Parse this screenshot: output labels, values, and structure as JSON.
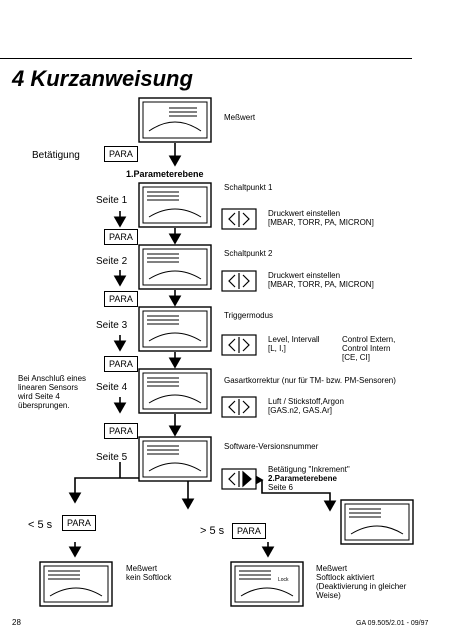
{
  "title": "4  Kurzanweisung",
  "top_label": "Meßwert",
  "betaetigung": "Betätigung",
  "para": "PARA",
  "param1": "1.Parameterebene",
  "pages": [
    {
      "label": "Seite 1",
      "name": "Schaltpunkt 1",
      "desc": [
        "Druckwert einstellen",
        "[MBAR, TORR, PA, MICRON]"
      ]
    },
    {
      "label": "Seite 2",
      "name": "Schaltpunkt 2",
      "desc": [
        "Druckwert einstellen",
        "[MBAR, TORR, PA, MICRON]"
      ]
    },
    {
      "label": "Seite 3",
      "name": "Triggermodus",
      "desc": [
        "Level, Intervall",
        "[L, I,]"
      ],
      "desc2": [
        "Control Extern,",
        "Control Intern",
        "[CE, CI]"
      ]
    },
    {
      "label": "Seite 4",
      "name": "Gasartkorrektur (nur für TM- bzw. PM-Sensoren)",
      "desc": [
        "Luft / Stickstoff,Argon",
        "[GAS.n2, GAS.Ar]"
      ]
    },
    {
      "label": "Seite 5",
      "name": "Software-Versionsnummer"
    }
  ],
  "side_note": [
    "Bei Anschluß eines",
    "linearen Sensors",
    "wird Seite 4",
    "übersprungen."
  ],
  "increment": [
    "Betätigung \"Inkrement\"",
    "2.Parameterebene",
    "Seite 6"
  ],
  "lt5": "< 5 s",
  "gt5": "> 5 s",
  "bottom_left": [
    "Meßwert",
    "kein Softlock"
  ],
  "bottom_right": [
    "Meßwert",
    "Softlock aktiviert",
    "(Deaktivierung in gleicher",
    "Weise)"
  ],
  "lock_label": "Lock",
  "page_number": "28",
  "doc_ref": "GA 09.505/2.01 - 09/97"
}
